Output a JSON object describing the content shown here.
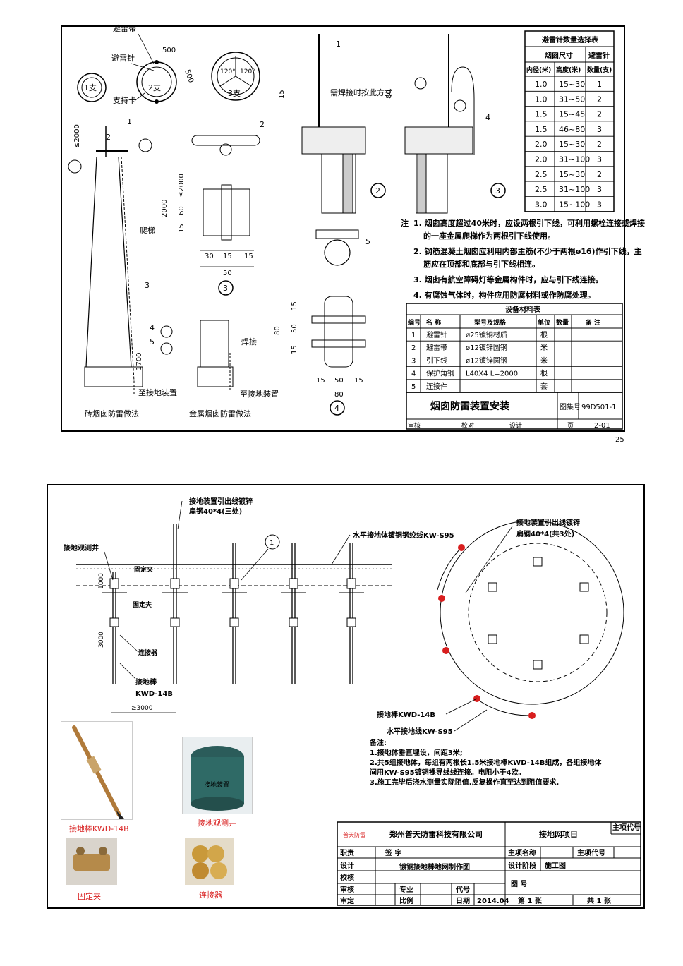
{
  "top_sheet": {
    "labels": {
      "lightning_band": "避雷带",
      "lightning_rod": "避雷针",
      "support_clip": "支持卡",
      "ladder": "爬梯",
      "welding": "焊接",
      "weld_detail": "需焊接时按此方式",
      "to_ground_a": "至接地装置",
      "to_ground_b": "至接地装置",
      "brick_method": "砖烟囱防雷做法",
      "metal_method": "金属烟囱防雷做法",
      "rod_1": "1支",
      "rod_2": "2支",
      "rod_3": "3支",
      "page_number": "25"
    },
    "dims": [
      "500",
      "500",
      "120°",
      "120°",
      "≤2000",
      "2000",
      "≤2000",
      "60",
      "15",
      "30",
      "15",
      "15",
      "50",
      "15",
      "80",
      "15",
      "50",
      "15",
      "80",
      "15",
      "50",
      "15",
      "80",
      "1700"
    ],
    "callouts": [
      "1",
      "2",
      "3",
      "4",
      "5",
      "2",
      "3",
      "4",
      "5",
      "1",
      "2",
      "3",
      "4"
    ],
    "selection_table": {
      "title": "避雷针数量选择表",
      "group_header": "烟囱尺寸",
      "columns": [
        "内径(米)",
        "高度(米)",
        "数量(支)"
      ],
      "group_col": "避雷针",
      "rows": [
        [
          "1.0",
          "15~30",
          "1"
        ],
        [
          "1.0",
          "31~50",
          "2"
        ],
        [
          "1.5",
          "15~45",
          "2"
        ],
        [
          "1.5",
          "46~80",
          "3"
        ],
        [
          "2.0",
          "15~30",
          "2"
        ],
        [
          "2.0",
          "31~100",
          "3"
        ],
        [
          "2.5",
          "15~30",
          "2"
        ],
        [
          "2.5",
          "31~100",
          "3"
        ],
        [
          "3.0",
          "15~100",
          "3"
        ]
      ]
    },
    "notes": {
      "prefix": "注",
      "items": [
        "1. 烟囱高度超过40米时，应设两根引下线，可利用螺栓连接或焊接",
        "的一座金属爬梯作为两根引下线使用。",
        "2. 钢筋混凝土烟囱应利用内部主筋(不少于两根ø16)作引下线，主",
        "筋应在顶部和底部与引下线相连。",
        "3. 烟囱有航空障碍灯等金属构件时，应与引下线连接。",
        "4. 有腐蚀气体时，构件应用防腐材料或作防腐处理。"
      ]
    },
    "material_table": {
      "title": "设备材料表",
      "columns": [
        "编号",
        "名  称",
        "型号及规格",
        "单位",
        "数量",
        "备  注"
      ],
      "rows": [
        [
          "1",
          "避雷针",
          "ø25镀铜材质",
          "根",
          "",
          ""
        ],
        [
          "2",
          "避雷带",
          "ø12镀锌圆钢",
          "米",
          "",
          ""
        ],
        [
          "3",
          "引下线",
          "ø12镀锌圆钢",
          "米",
          "",
          ""
        ],
        [
          "4",
          "保护角钢",
          "L40X4    L=2000",
          "根",
          "",
          ""
        ],
        [
          "5",
          "连接件",
          "",
          "套",
          "",
          ""
        ]
      ]
    },
    "title_block": {
      "drawing_title": "烟囱防雷装置安装",
      "atlas_label": "图集号",
      "atlas_no": "99D501-1",
      "review": "审核",
      "check": "校对",
      "design": "设计",
      "page_label": "页",
      "page_no": "2-01"
    }
  },
  "bottom_sheet": {
    "labels": {
      "lead_out": "接地装置引出线镀锌",
      "lead_out_2": "扁钢40*4(三处)",
      "horizontal_conductor": "水平接地体镀铜钢绞线KW-S95",
      "observation_well": "接地观测井",
      "fixing_clip_1": "固定夹",
      "fixing_clip_2": "固定夹",
      "connector": "连接器",
      "ground_rod": "接地棒",
      "ground_rod_model": "KWD-14B",
      "dim_1000": "1000",
      "dim_3000_v": "3000",
      "dim_3000_h": "≥3000",
      "callout_1": "1",
      "ring_lead_out": "接地装置引出线镀锌",
      "ring_lead_out_2": "扁钢40*4(共3处)",
      "ring_rod": "接地棒KWD-14B",
      "ring_wire": "水平接地线KW-S95"
    },
    "notes": {
      "title": "备注:",
      "items": [
        "1.接地体垂直埋设，间距3米;",
        "2.共5组接地体，每组有两根长1.5米接地棒KWD-14B组成，各组接地体",
        "间用KW-S95镀铜裸导线线连接。电阻小于4欧。",
        "3.施工完毕后浇水测量实际阻值.反复操作直至达到阻值要求."
      ]
    },
    "photos": {
      "rod": "接地棒KWD-14B",
      "well": "接地观测井",
      "clip": "固定夹",
      "connector": "连接器",
      "well_text": "接地装置"
    },
    "title_block": {
      "logo": "普天防雷",
      "company": "郑州普天防雷科技有限公司",
      "project": "接地网项目",
      "main_code_label": "主项代号",
      "position": "职责",
      "signature": "签  字",
      "drawing_name": "镀铜接地棒地网制作图",
      "main_name": "主项名称",
      "main_code": "主项代号",
      "design": "设计",
      "design_stage": "设计阶段",
      "stage_value": "施工图",
      "check": "校核",
      "drawing_no": "图  号",
      "review": "审核",
      "profession": "专业",
      "code": "代号",
      "approve": "审定",
      "scale": "比例",
      "date_label": "日期",
      "date": "2014.04",
      "sheet_label": "第   1  张",
      "total_label": "共   1   张"
    }
  },
  "colors": {
    "red": "#d81e1e",
    "line": "#000000"
  }
}
